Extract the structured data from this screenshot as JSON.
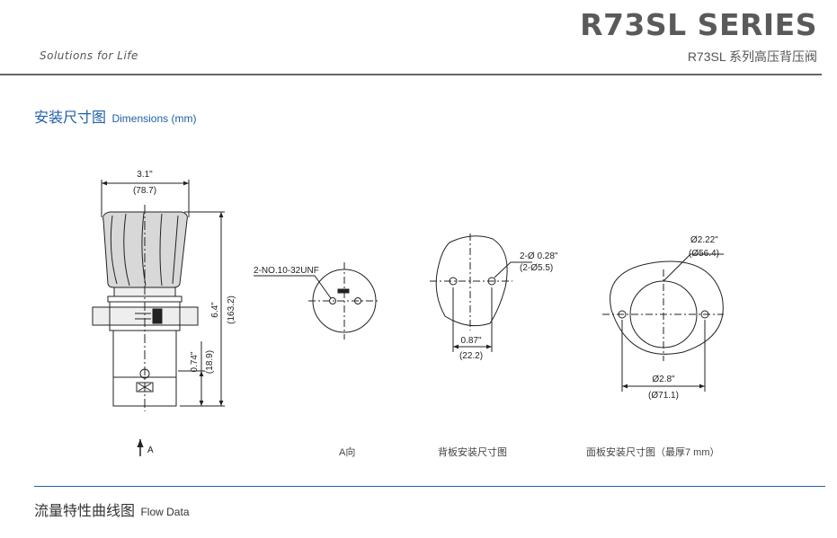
{
  "header": {
    "tagline": "Solutions  for  Life",
    "title": "R73SL SERIES",
    "subtitle": "R73SL 系列高压背压阀"
  },
  "dimensions_section": {
    "title_zh": "安装尺寸图",
    "title_en": "Dimensions (mm)"
  },
  "side_view": {
    "width_in": "3.1\"",
    "width_mm": "(78.7)",
    "height_in": "6.4\"",
    "height_mm": "(163.2)",
    "port_in": "0.74\"",
    "port_mm": "(18.9)",
    "arrow_label": "A"
  },
  "view_a": {
    "thread_label": "2-NO.10-32UNF",
    "caption": "A向"
  },
  "back_panel": {
    "hole_label": "2-Ø 0.28\"",
    "hole_mm": "(2-Ø5.5)",
    "spacing_in": "0.87\"",
    "spacing_mm": "(22.2)",
    "caption": "背板安装尺寸图"
  },
  "front_panel": {
    "hole_label": "Ø2.22\"",
    "hole_mm": "(Ø56.4)",
    "spacing_in": "Ø2.8\"",
    "spacing_mm": "(Ø71.1)",
    "caption": "面板安装尺寸图（最厚7 mm）"
  },
  "flow_section": {
    "title_zh": "流量特性曲线图",
    "title_en": "Flow Data"
  }
}
